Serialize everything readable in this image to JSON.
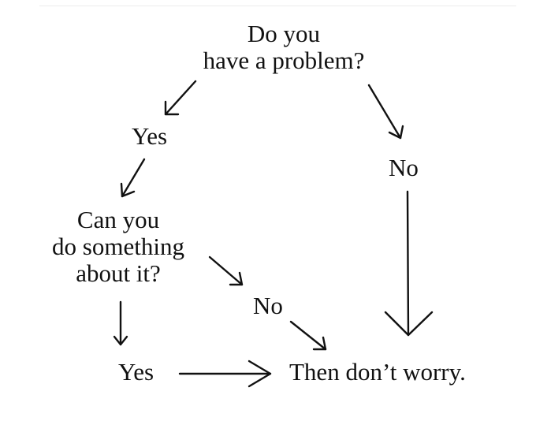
{
  "nodes": {
    "question1": {
      "line1": "Do you",
      "line2": "have a problem?"
    },
    "yes1": "Yes",
    "no1": "No",
    "question2": {
      "line1": "Can you",
      "line2": "do something",
      "line3": "about it?"
    },
    "no2": "No",
    "yes2": "Yes",
    "result": "Then don’t worry."
  },
  "colors": {
    "text": "#111111",
    "background": "#ffffff"
  }
}
